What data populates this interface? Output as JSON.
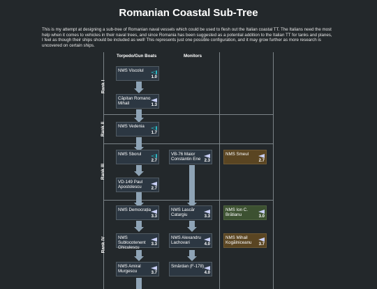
{
  "page": {
    "title": "Romanian Coastal Sub-Tree",
    "intro": "This is my attempt at designing a sub-tree of Romanian naval vessels which could be used to flesh out the Italian coastal TT. The Italians need the most help when it comes to vehicles in their naval trees, and since Romania has been suggested as a potential addition to the Italian TT for tanks and planes, I feel as though their ships should be included as well! This represents just one possible configuration, and it may grow further as more research is uncovered on certain ships."
  },
  "columns": [
    "Torpedo/Gun Boats",
    "Monitors"
  ],
  "ranks": [
    "Rank I",
    "Rank II",
    "Rank III",
    "Rank IV"
  ],
  "colors": {
    "background": "#23282b",
    "card": "#2c3742",
    "premium_card": "#5a4522",
    "squadron_card": "#3c5131",
    "connector": "#8ea3b5",
    "flag_teal": "#2bb8c4",
    "flag_lavender": "#c8cff5"
  },
  "vehicles": [
    {
      "name": "NMS Viscolul",
      "br": "1.0",
      "icon": "teal-flag-icon"
    },
    {
      "name": "Căpitan Romano Mihail",
      "br": "1.3",
      "icon": "lavender-flag-icon"
    },
    {
      "name": "NMS Vedenia",
      "br": "1.7",
      "icon": "teal-flag-icon"
    },
    {
      "name": "NMS Sborul",
      "br": "2.7",
      "icon": "teal-flag-icon"
    },
    {
      "name": "VB-76 Maior Constantin Ene",
      "br": "2.3",
      "icon": "lavender-flag-icon"
    },
    {
      "name": "NMS Smeul",
      "br": "2.7",
      "icon": "lavender-flag-icon"
    },
    {
      "name": "VD-149 Paul Apostolescu",
      "br": "2.7",
      "icon": "lavender-flag-icon"
    },
    {
      "name": "NMS Democrația",
      "br": "3.3",
      "icon": "lavender-flag-icon"
    },
    {
      "name": "NMS Lascăr Catargiu",
      "br": "3.3",
      "icon": "lavender-flag-icon"
    },
    {
      "name": "NMS Ion C. Brătianu",
      "br": "3.0",
      "icon": "lavender-flag-icon"
    },
    {
      "name": "NMS Sublocotenent Ghiculescu",
      "br": "3.3",
      "icon": "lavender-flag-icon"
    },
    {
      "name": "NMS Alexandru Lachovari",
      "br": "4.0",
      "icon": "lavender-flag-icon"
    },
    {
      "name": "NMS Mihail Kogălniceanu",
      "br": "3.7",
      "icon": "lavender-flag-icon"
    },
    {
      "name": "NMS Amiral Murgescu",
      "br": "3.7",
      "icon": "lavender-flag-icon"
    },
    {
      "name": "Smârdan (F-178)",
      "br": "4.0",
      "icon": "lavender-flag-icon"
    }
  ]
}
